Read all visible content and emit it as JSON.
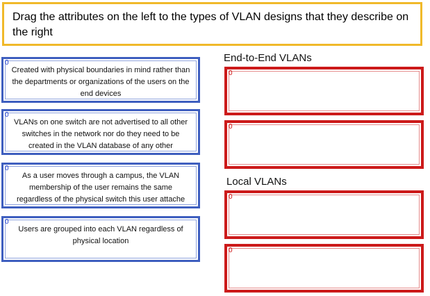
{
  "instruction": "Drag the attributes on the left to the types of VLAN designs that they describe on the right",
  "attributes": [
    {
      "index": "0",
      "text": "Created with physical boundaries in mind rather than the departments or organizations of the users on the end devices"
    },
    {
      "index": "0",
      "text": "VLANs on one switch are not advertised to all other switches in the network nor do they need to be created in the VLAN database of any other"
    },
    {
      "index": "0",
      "text": "As a user moves through a campus, the VLAN membership of the user remains the same regardless of the physical switch this user attache"
    },
    {
      "index": "0",
      "text": "Users are grouped into each VLAN regardless of physical location"
    }
  ],
  "sections": [
    {
      "title": "End-to-End VLANs",
      "targets": [
        {
          "index": "0"
        },
        {
          "index": "0"
        }
      ]
    },
    {
      "title": "Local VLANs",
      "targets": [
        {
          "index": "0"
        },
        {
          "index": "0"
        }
      ]
    }
  ],
  "colors": {
    "instruction_border": "#f0b92a",
    "attribute_border": "#3f5fbf",
    "target_border": "#cc1a1a"
  }
}
